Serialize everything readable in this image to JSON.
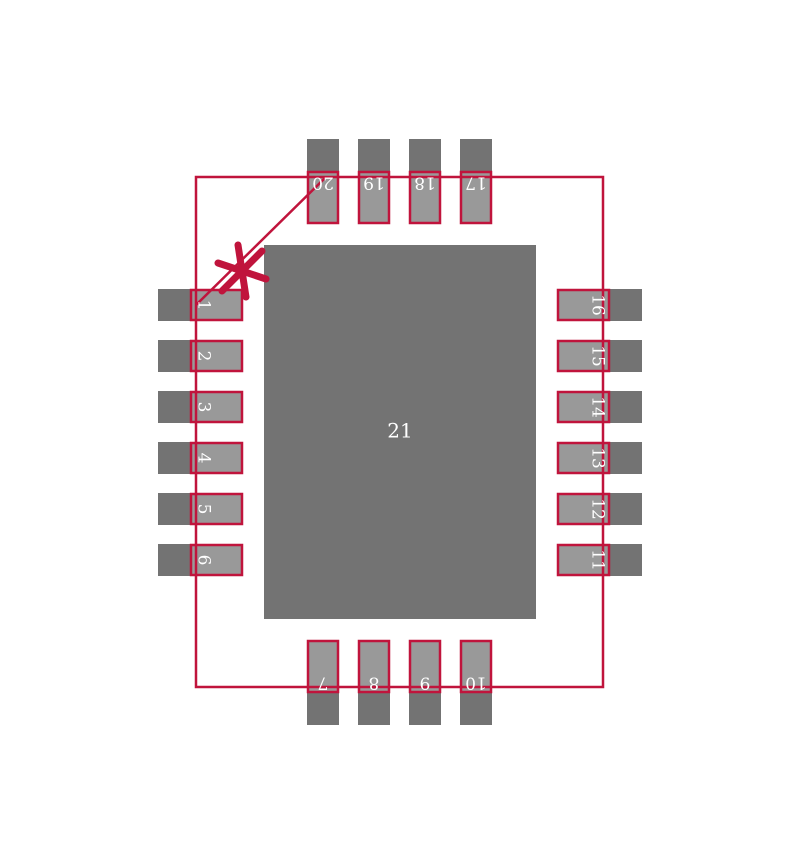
{
  "footprint": {
    "colors": {
      "background": "#ffffff",
      "pad_copper": "#737373",
      "pad_highlight": "#999999",
      "outline": "#c0143c",
      "label": "#ffffff"
    },
    "center_pad_label": "21",
    "pin1_marker_icon": "asterisk-icon",
    "pins": {
      "left": [
        "1",
        "2",
        "3",
        "4",
        "5",
        "6"
      ],
      "bottom": [
        "7",
        "8",
        "9",
        "10"
      ],
      "right": [
        "11",
        "12",
        "13",
        "14",
        "15",
        "16"
      ],
      "top": [
        "17",
        "18",
        "19",
        "20"
      ]
    }
  }
}
